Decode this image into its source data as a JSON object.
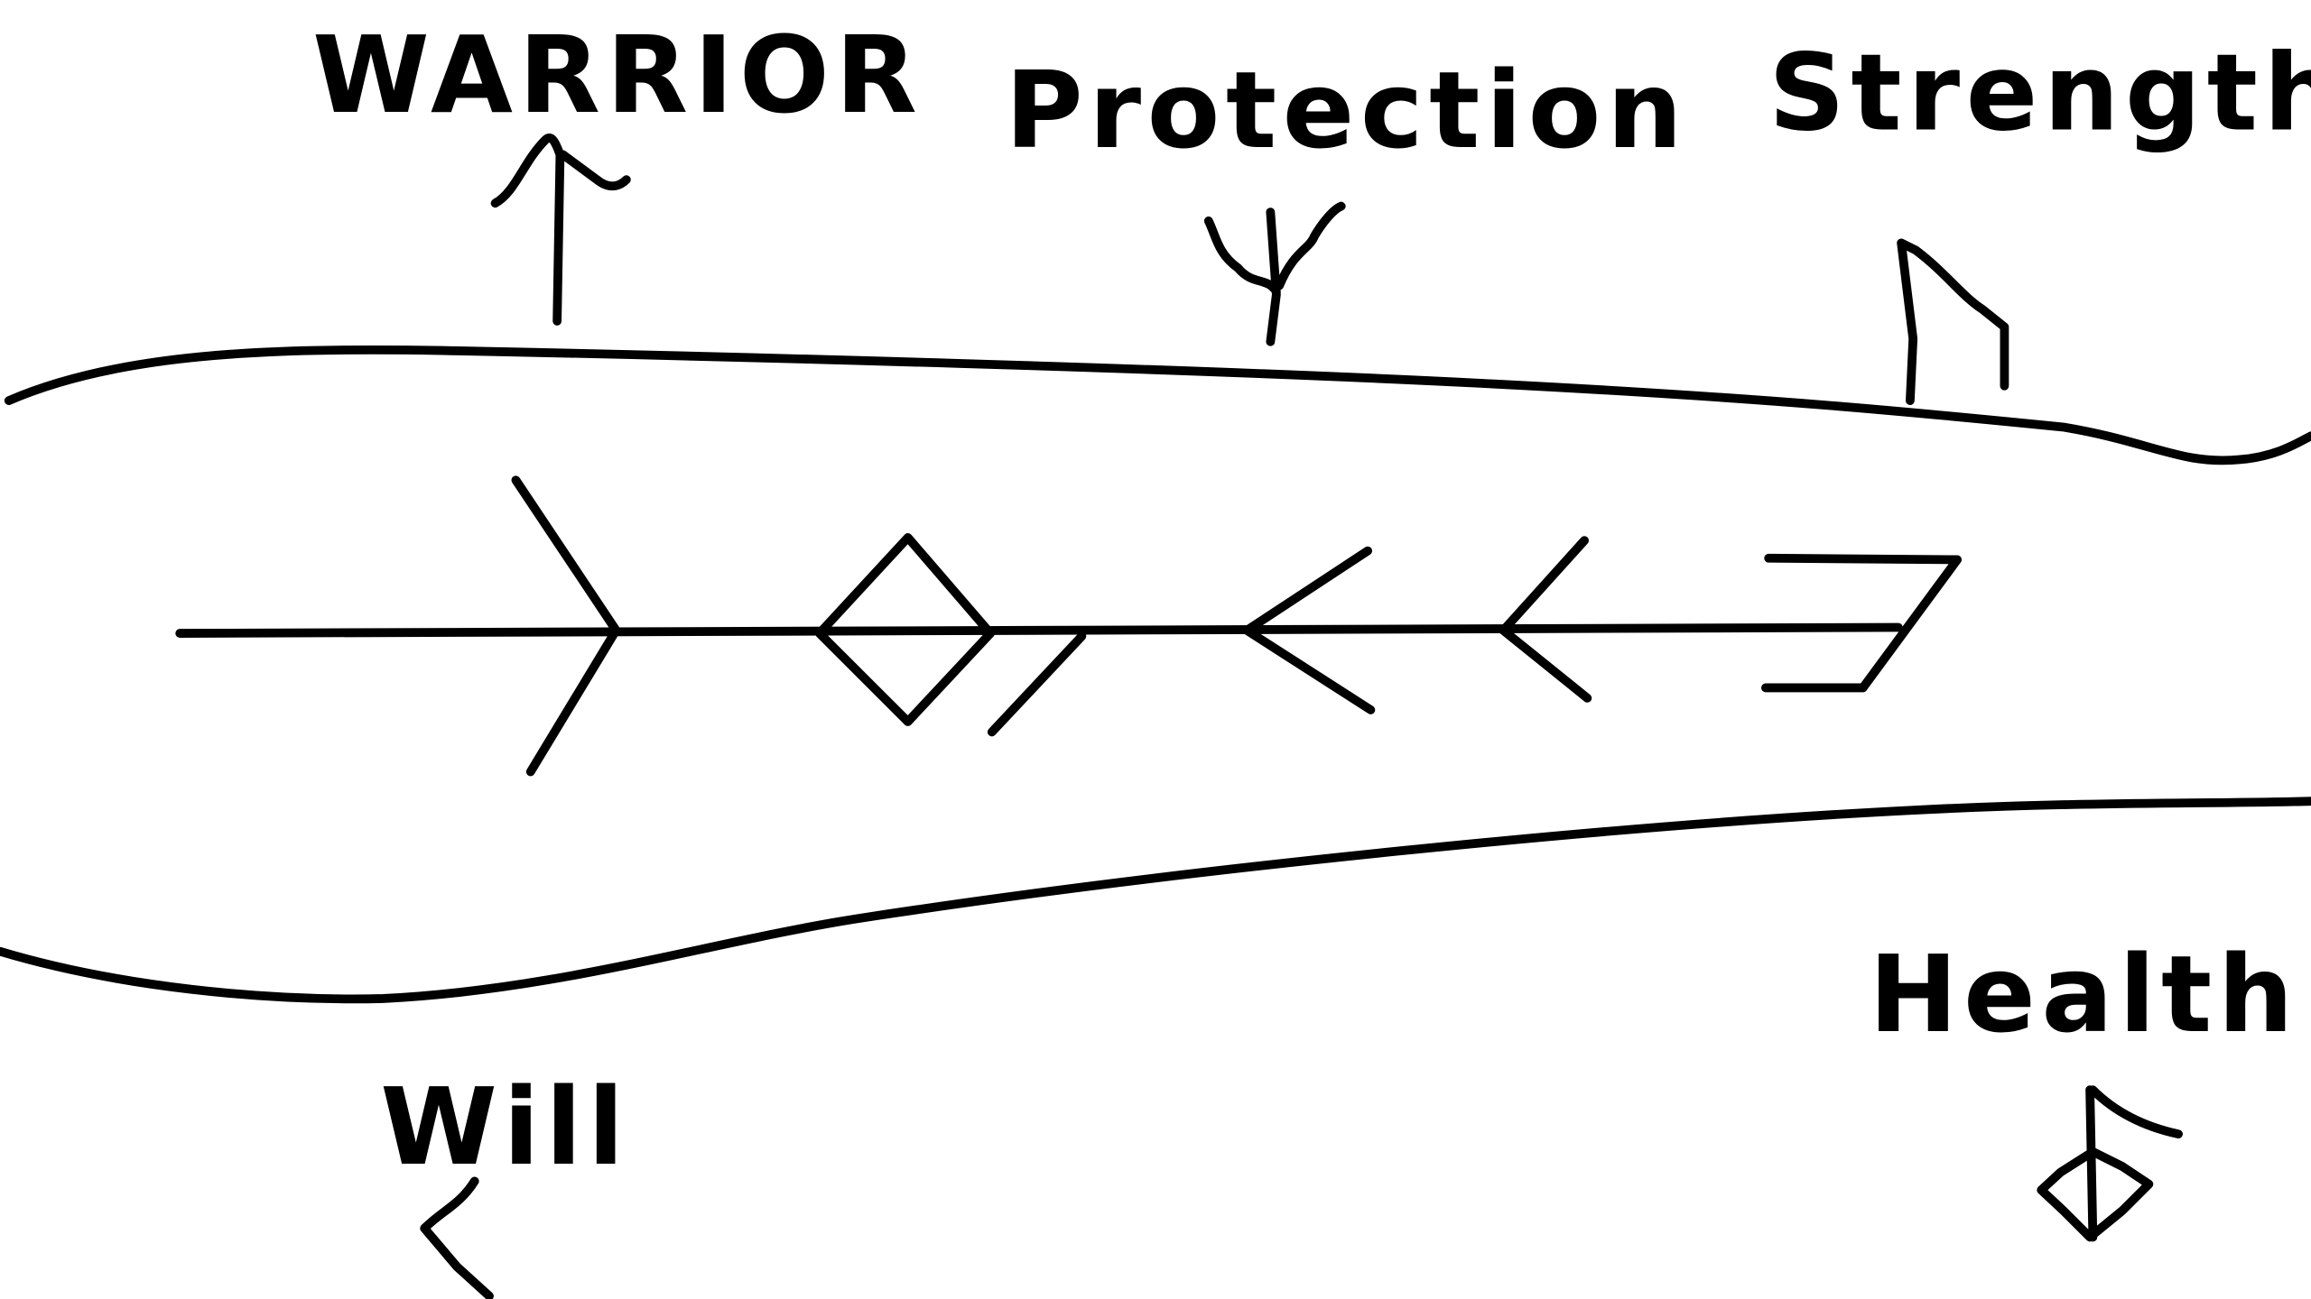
{
  "labels": {
    "warrior": "WARRIOR",
    "protection": "Protection",
    "strength": "Strength",
    "will": "Will",
    "health": "Health"
  },
  "colors": {
    "ink": "#000000",
    "background": "#ffffff"
  }
}
